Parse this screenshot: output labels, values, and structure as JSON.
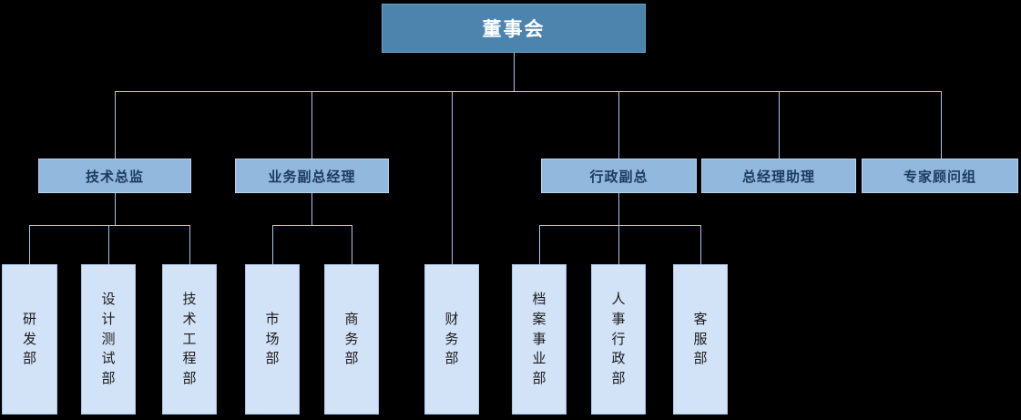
{
  "diagram": {
    "type": "organization-chart",
    "title_node": "董事会",
    "background_color": "#000000",
    "colors": {
      "root_fill": "#4c84ae",
      "root_text": "#ffffff",
      "level2_fill": "#92b8dd",
      "level2_text": "#1c3a5e",
      "leaf_fill": "#d2e3f8",
      "leaf_text": "#1a1a1a",
      "connector": "#a9c7e6",
      "border": "#a9c7e6"
    }
  },
  "nodes": {
    "root": {
      "label": "董事会"
    },
    "level2": [
      {
        "id": "tech-director",
        "label": "技术总监"
      },
      {
        "id": "biz-vp",
        "label": "业务副总经理"
      },
      {
        "id": "admin-vp",
        "label": "行政副总"
      },
      {
        "id": "gm-assistant",
        "label": "总经理助理"
      },
      {
        "id": "expert-group",
        "label": "专家顾问组"
      }
    ],
    "leaves": [
      {
        "id": "rd-dept",
        "label": "研发部",
        "parent": "tech-director"
      },
      {
        "id": "design-test",
        "label": "设计测试部",
        "parent": "tech-director"
      },
      {
        "id": "tech-eng",
        "label": "技术工程部",
        "parent": "tech-director"
      },
      {
        "id": "market-dept",
        "label": "市场部",
        "parent": "biz-vp"
      },
      {
        "id": "business-dept",
        "label": "商务部",
        "parent": "biz-vp"
      },
      {
        "id": "finance-dept",
        "label": "财务部",
        "parent": "root"
      },
      {
        "id": "archive-div",
        "label": "档案事业部",
        "parent": "admin-vp"
      },
      {
        "id": "hr-admin",
        "label": "人事行政部",
        "parent": "admin-vp"
      },
      {
        "id": "service-dept",
        "label": "客服部",
        "parent": "admin-vp"
      }
    ]
  }
}
